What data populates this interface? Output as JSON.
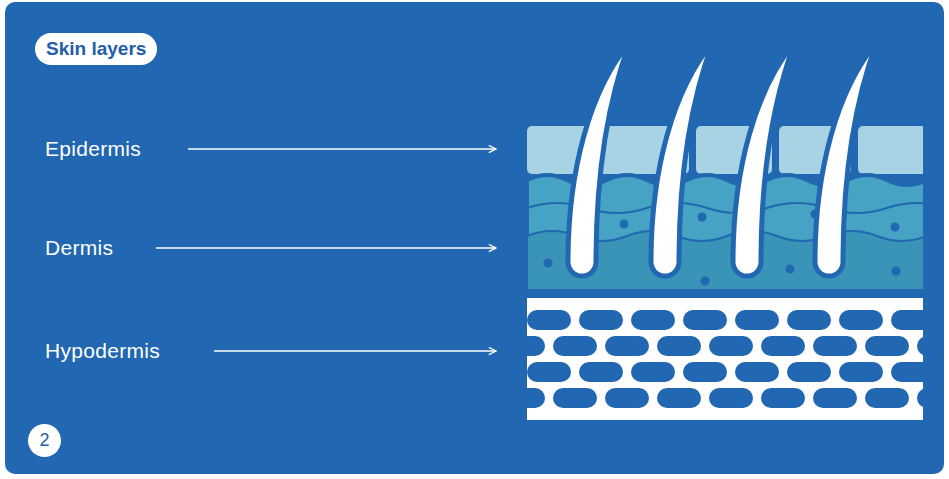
{
  "diagram": {
    "title": "Skin layers",
    "nodes": [
      {
        "text": [
          "2"
        ]
      }
    ],
    "labels": [
      "Epidermis",
      "Dermis",
      "Hypodermis"
    ]
  }
}
